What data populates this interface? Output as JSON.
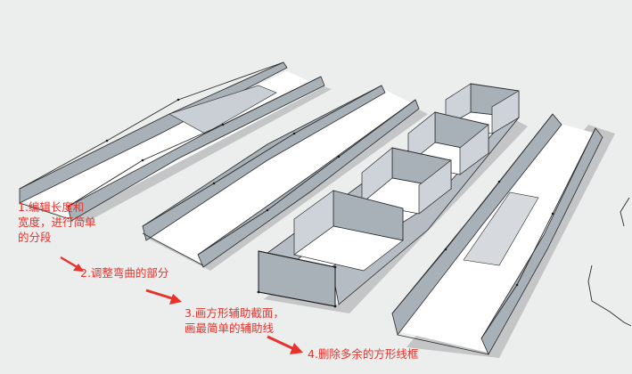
{
  "canvas": {
    "background": "#eceded",
    "panel_fill": "#a8b0b8",
    "panel_fill_light": "#c9cfd5",
    "floor_fill": "#ffffff",
    "shadow_fill": "#c4c5c6",
    "edge_color": "#2a2a2a"
  },
  "annotations": {
    "color": "#e8322b",
    "step1": {
      "lines": [
        "1.编辑长度和",
        "宽度，进行简单",
        "的分段"
      ]
    },
    "step2": {
      "lines": [
        "2.调整弯曲的部分"
      ]
    },
    "step3": {
      "lines": [
        "3.画方形辅助截面，",
        "画最简单的辅助线"
      ]
    },
    "step4": {
      "lines": [
        "4.删除多余的方形线框"
      ]
    }
  },
  "arrows": [
    {
      "name": "arrow-step1",
      "icon": "red-arrow-icon"
    },
    {
      "name": "arrow-step2",
      "icon": "red-arrow-icon"
    },
    {
      "name": "arrow-step3",
      "icon": "red-arrow-icon"
    }
  ]
}
